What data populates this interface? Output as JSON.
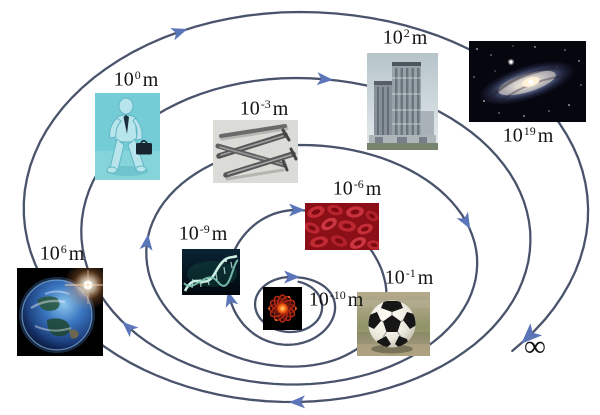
{
  "colors": {
    "background": "#ffffff",
    "spiral_stroke": "#49536b",
    "arrowhead": "#5b76b8",
    "label_text": "#131313"
  },
  "items": [
    {
      "depicts": "businessman-figure",
      "base": "10",
      "exp": "0",
      "unit": "m"
    },
    {
      "depicts": "steel-nails",
      "base": "10",
      "exp": "-3",
      "unit": "m"
    },
    {
      "depicts": "skyscraper",
      "base": "10",
      "exp": "2",
      "unit": "m"
    },
    {
      "depicts": "galaxy",
      "base": "10",
      "exp": "19",
      "unit": "m"
    },
    {
      "depicts": "red-blood-cells",
      "base": "10",
      "exp": "-6",
      "unit": "m"
    },
    {
      "depicts": "dna-helix",
      "base": "10",
      "exp": "-9",
      "unit": "m"
    },
    {
      "depicts": "atom",
      "base": "10",
      "exp": "-10",
      "unit": "m"
    },
    {
      "depicts": "soccer-ball",
      "base": "10",
      "exp": "-1",
      "unit": "m"
    },
    {
      "depicts": "planet-earth",
      "base": "10",
      "exp": "6",
      "unit": "m"
    }
  ],
  "end_symbol": "∞"
}
